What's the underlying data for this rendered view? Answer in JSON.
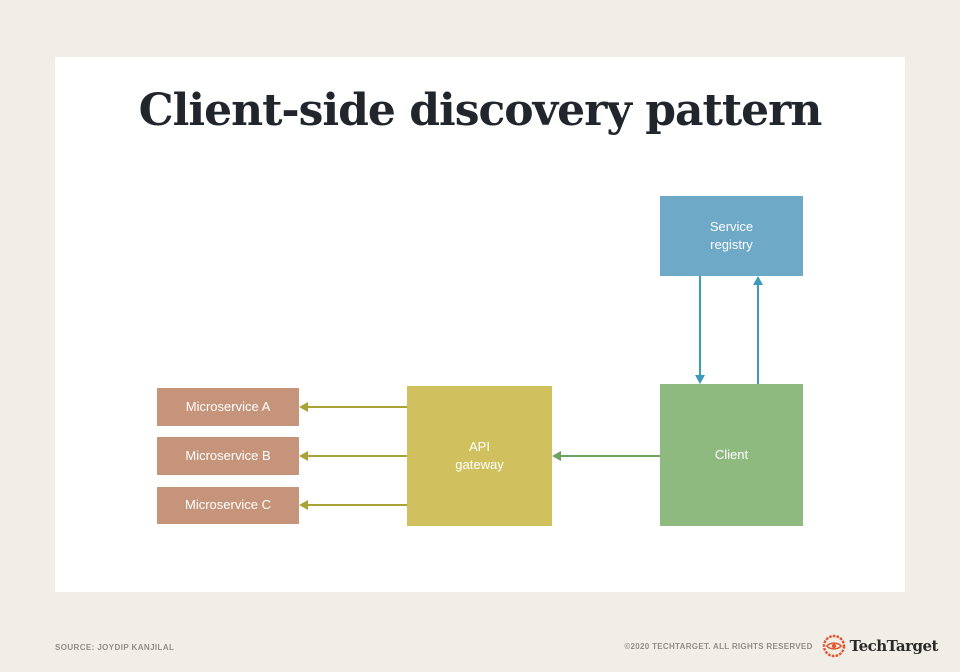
{
  "page": {
    "title": "Client-side discovery pattern",
    "source_credit": "SOURCE: JOYDIP KANJILAL",
    "copyright": "©2020 TECHTARGET. ALL RIGHTS RESERVED",
    "brand": "TechTarget"
  },
  "diagram": {
    "nodes": [
      {
        "id": "service-registry",
        "label": "Service\nregistry",
        "color": "#6ea9c8"
      },
      {
        "id": "client",
        "label": "Client",
        "color": "#8eba80"
      },
      {
        "id": "api-gateway",
        "label": "API\ngateway",
        "color": "#d0c05e"
      },
      {
        "id": "microservice-a",
        "label": "Microservice A",
        "color": "#c6947a"
      },
      {
        "id": "microservice-b",
        "label": "Microservice B",
        "color": "#c6947a"
      },
      {
        "id": "microservice-c",
        "label": "Microservice C",
        "color": "#c6947a"
      }
    ],
    "arrows": [
      {
        "id": "registry-to-client",
        "from": "service-registry",
        "to": "client",
        "direction": "down",
        "color": "#3e9abc"
      },
      {
        "id": "client-to-registry",
        "from": "client",
        "to": "service-registry",
        "direction": "up",
        "color": "#3e9abc"
      },
      {
        "id": "client-to-gateway",
        "from": "client",
        "to": "api-gateway",
        "direction": "left",
        "color": "#6fa15f"
      },
      {
        "id": "gateway-to-microservice-a",
        "from": "api-gateway",
        "to": "microservice-a",
        "direction": "left",
        "color": "#a9a237"
      },
      {
        "id": "gateway-to-microservice-b",
        "from": "api-gateway",
        "to": "microservice-b",
        "direction": "left",
        "color": "#a9a237"
      },
      {
        "id": "gateway-to-microservice-c",
        "from": "api-gateway",
        "to": "microservice-c",
        "direction": "left",
        "color": "#a9a237"
      }
    ]
  }
}
